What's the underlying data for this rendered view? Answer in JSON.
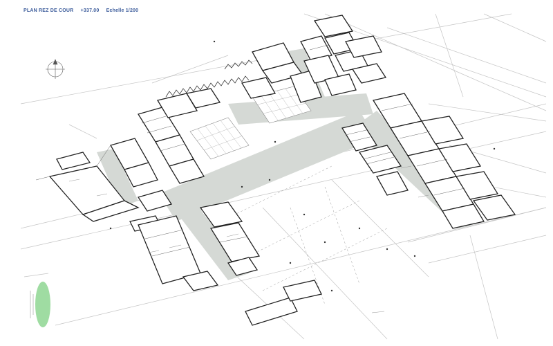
{
  "header": {
    "plan_name": "PLAN REZ DE COUR",
    "level": "+337.00",
    "scale": "Echelle 1/200"
  },
  "colors": {
    "walls": "#222222",
    "circulation": "#d5d9d5",
    "site_lines": "#c4c4c4",
    "grid_lines": "#9a9a9a",
    "legend_green": "#9fdca2",
    "title_blue": "#3a5a9a"
  },
  "icons": {
    "north_arrow": "north-arrow-icon",
    "legend": "green-oval-legend"
  }
}
